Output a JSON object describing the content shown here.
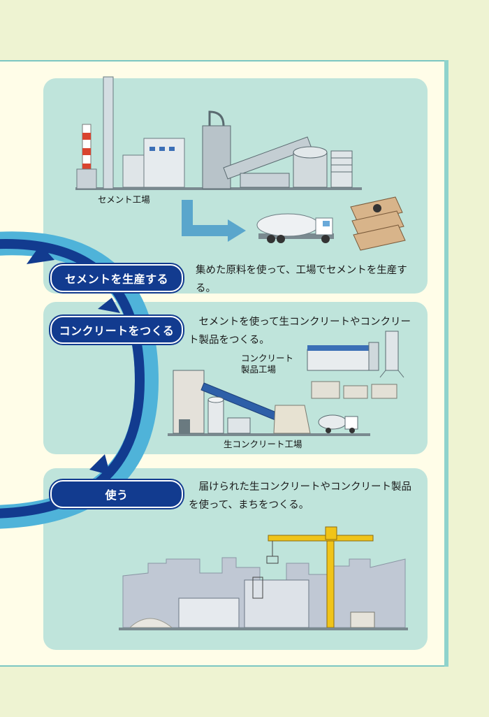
{
  "steps": [
    {
      "label": "セメントを生産する",
      "text": "集めた原料を使って、工場でセメントを生産する。"
    },
    {
      "label": "コンクリートをつくる",
      "text": "セメントを使って生コンクリートやコンクリート製品をつくる。"
    },
    {
      "label": "使う",
      "text": "届けられた生コンクリートやコンクリート製品を使って、まちをつくる。"
    }
  ],
  "captions": {
    "cement_plant": "セメント工場",
    "product_plant_line1": "コンクリート",
    "product_plant_line2": "製品工場",
    "ready_mixed_plant": "生コンクリート工場"
  },
  "colors": {
    "page": "#eef3d2",
    "panel": "#bfe4db",
    "pill": "#123b8f",
    "arrow_dark": "#123b8f",
    "arrow_light": "#4fb3d9"
  }
}
